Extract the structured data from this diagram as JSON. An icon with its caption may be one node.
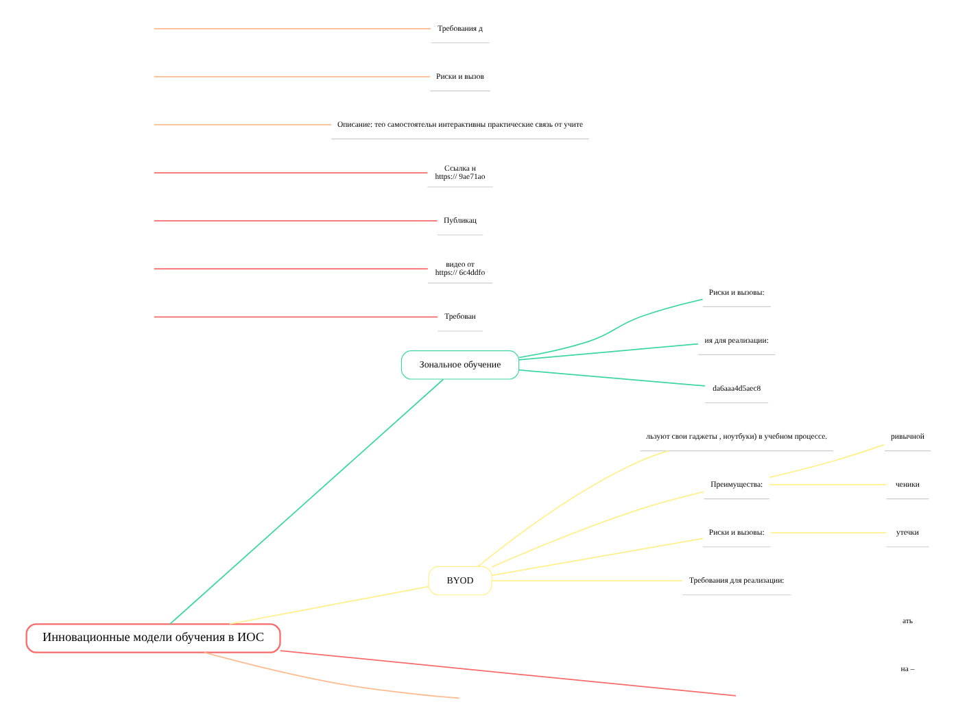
{
  "diagram": {
    "nodes": [
      {
        "text": [
          "Инновационные модели обучения в ИОС"
        ]
      },
      {
        "text": [
          "Зональное обучение"
        ]
      },
      {
        "text": [
          "Риски и вызовы:"
        ]
      },
      {
        "text": [
          "ия для реализации:"
        ]
      },
      {
        "text": [
          "da6aaa4d5aec8"
        ]
      },
      {
        "text": [
          "BYOD"
        ]
      },
      {
        "text": [
          "льзуют свои гаджеты , ноутбуки) в учебном процессе."
        ]
      },
      {
        "text": [
          "Преимущества:"
        ]
      },
      {
        "text": [
          "ривычной"
        ]
      },
      {
        "text": [
          "ченики"
        ]
      },
      {
        "text": [
          "Риски и вызовы:"
        ]
      },
      {
        "text": [
          "утечки"
        ]
      },
      {
        "text": [
          "Требования для реализации:"
        ]
      },
      {
        "text": [
          "Требован"
        ]
      },
      {
        "text": [
          "видео от",
          "https:// 6c4ddfo"
        ]
      },
      {
        "text": [
          "Публикац"
        ]
      },
      {
        "text": [
          "Ссылка н",
          "https:// 9ae71ao"
        ]
      },
      {
        "text": [
          "Описание: тео самостоятельн интерактивны практические связь от учите"
        ]
      },
      {
        "text": [
          "Риски и вызов"
        ]
      },
      {
        "text": [
          "Требования д"
        ]
      }
    ],
    "edges": [
      {
        "from": 0,
        "to": 1,
        "arrow": "none",
        "color": "#3dd6a3"
      },
      {
        "from": 0,
        "to": 5,
        "arrow": "none",
        "color": "#fff08a"
      },
      {
        "from": 0,
        "to": null,
        "arrow": "none",
        "color": "#f96a6a"
      },
      {
        "from": 0,
        "to": null,
        "arrow": "none",
        "color": "#ffbb8f"
      },
      {
        "from": 1,
        "to": 2,
        "arrow": "none",
        "color": "#3dd6a3"
      },
      {
        "from": 1,
        "to": 3,
        "arrow": "none",
        "color": "#3dd6a3"
      },
      {
        "from": 1,
        "to": 4,
        "arrow": "none",
        "color": "#3dd6a3"
      },
      {
        "from": 5,
        "to": 6,
        "arrow": "none",
        "color": "#fff08a"
      },
      {
        "from": 5,
        "to": 7,
        "arrow": "none",
        "color": "#fff08a"
      },
      {
        "from": 5,
        "to": 10,
        "arrow": "none",
        "color": "#fff08a"
      },
      {
        "from": 5,
        "to": 12,
        "arrow": "none",
        "color": "#fff08a"
      },
      {
        "from": 7,
        "to": 8,
        "arrow": "none",
        "color": "#fff08a"
      },
      {
        "from": 7,
        "to": 9,
        "arrow": "none",
        "color": "#fff08a"
      },
      {
        "from": 10,
        "to": 11,
        "arrow": "none",
        "color": "#fff08a"
      },
      {
        "from": null,
        "to": 13,
        "arrow": "none",
        "color": "#f96a6a"
      },
      {
        "from": null,
        "to": 14,
        "arrow": "none",
        "color": "#f96a6a"
      },
      {
        "from": null,
        "to": 15,
        "arrow": "none",
        "color": "#f96a6a"
      },
      {
        "from": null,
        "to": 16,
        "arrow": "none",
        "color": "#f96a6a"
      },
      {
        "from": null,
        "to": 17,
        "arrow": "none",
        "color": "#ffbb8f"
      },
      {
        "from": null,
        "to": 18,
        "arrow": "none",
        "color": "#ffbb8f"
      },
      {
        "from": null,
        "to": 19,
        "arrow": "none",
        "color": "#ffbb8f"
      }
    ],
    "labels": [
      "ать",
      "на –"
    ]
  }
}
